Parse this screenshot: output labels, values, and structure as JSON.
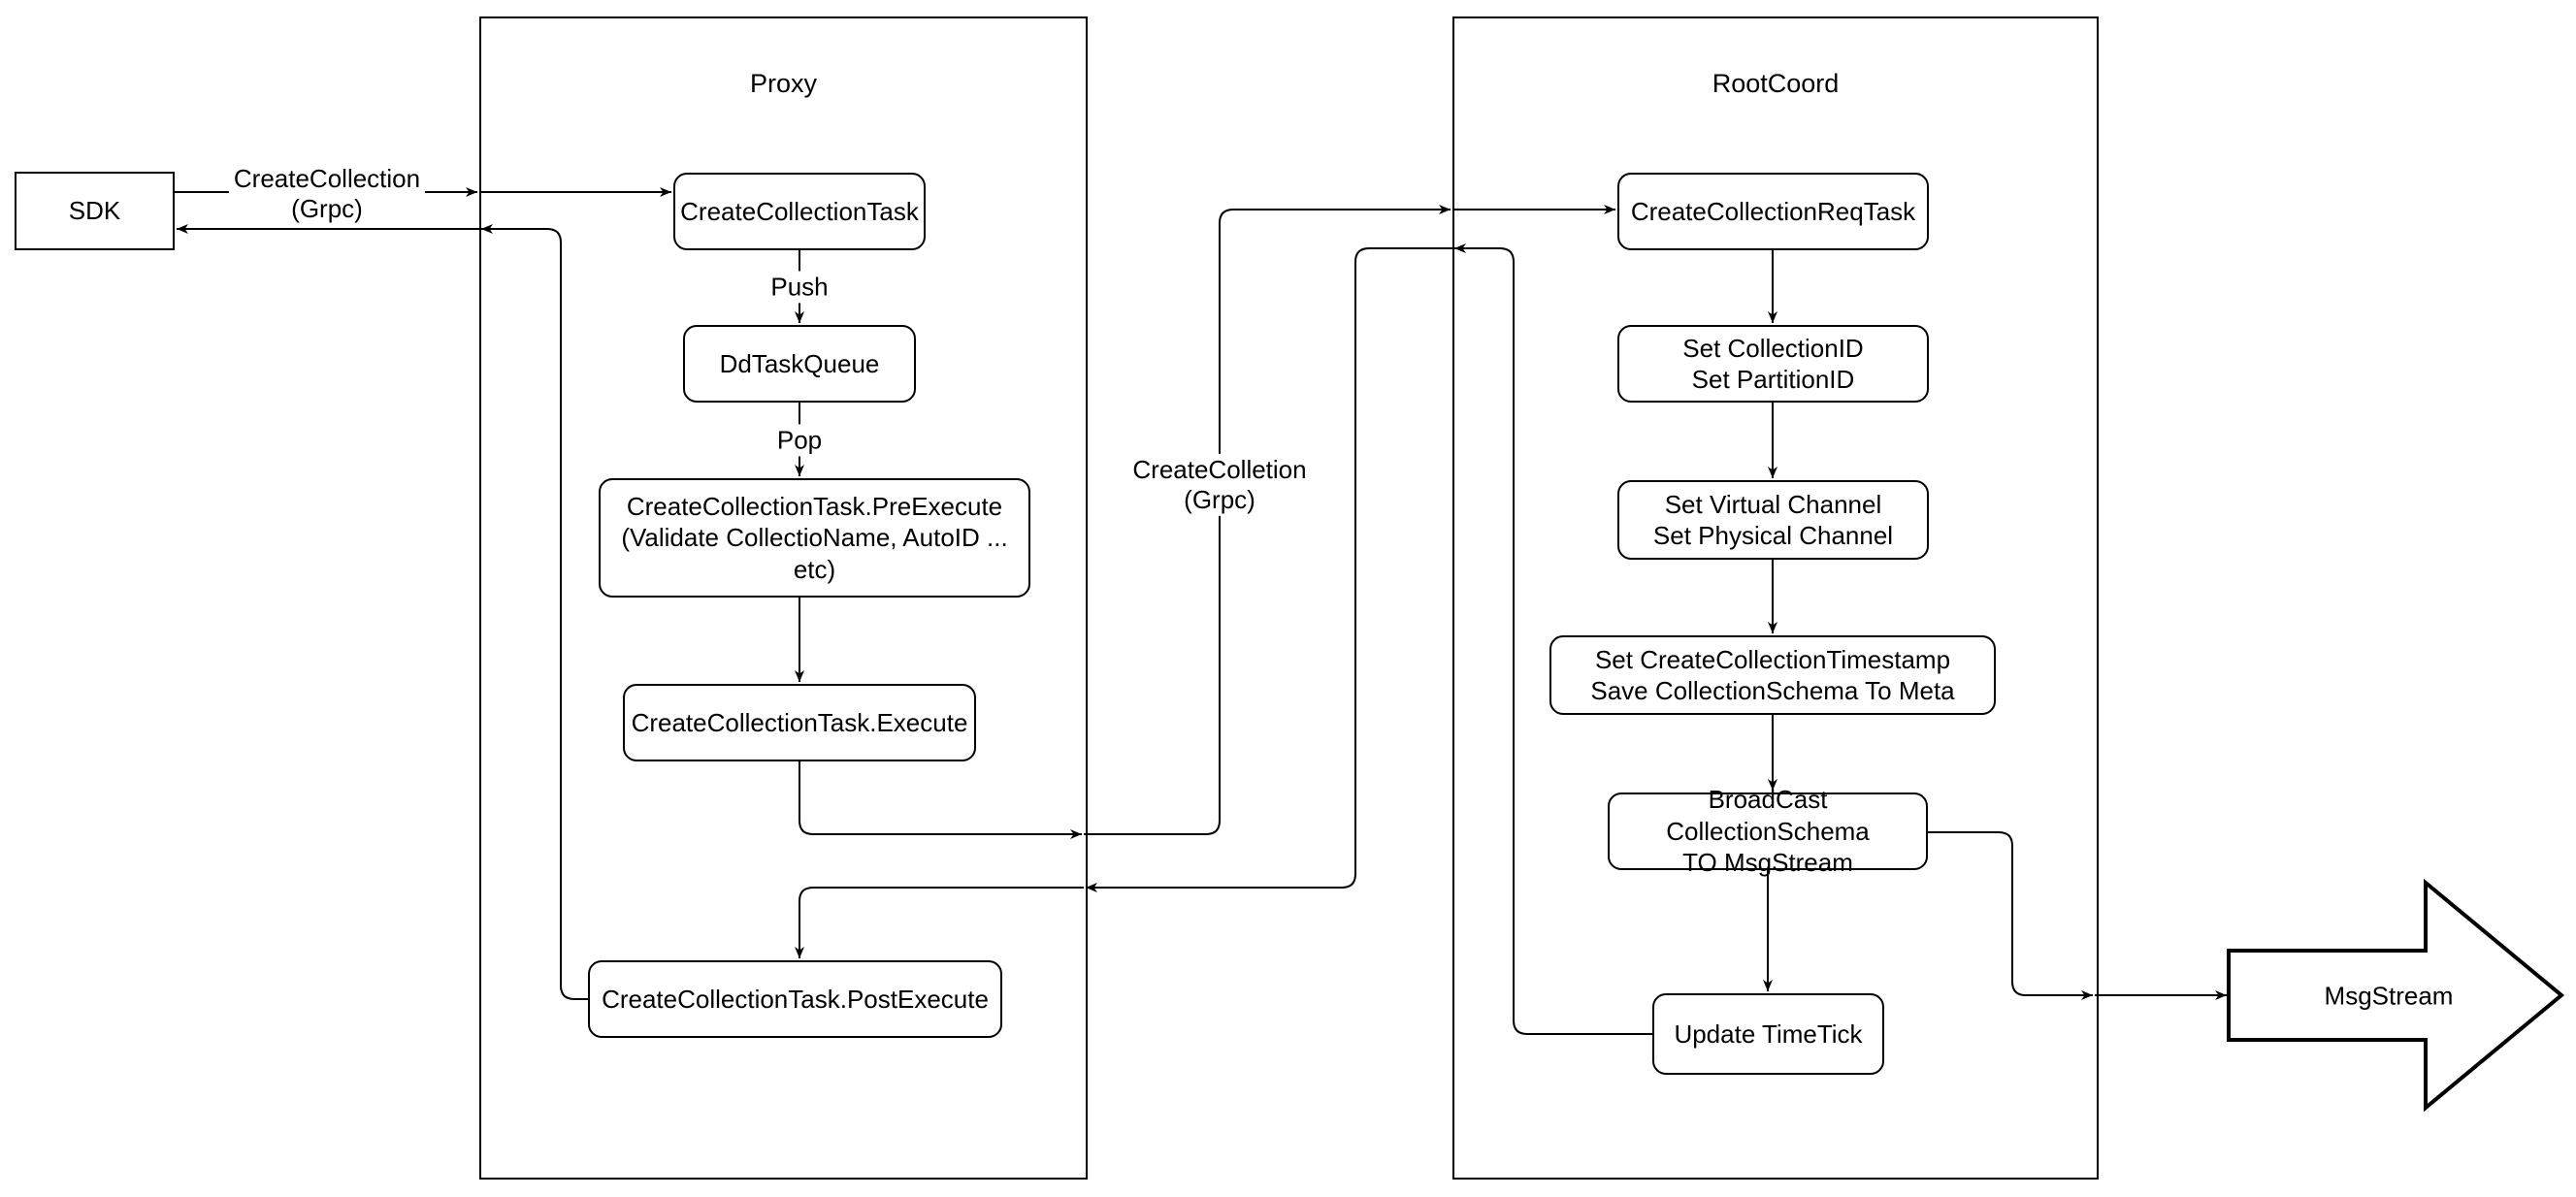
{
  "diagram": {
    "sdk": {
      "label": "SDK"
    },
    "proxy": {
      "title": "Proxy",
      "nodes": {
        "create_collection_task": "CreateCollectionTask",
        "dd_task_queue": "DdTaskQueue",
        "pre_execute": "CreateCollectionTask.PreExecute\n(Validate CollectioName, AutoID ... etc)",
        "execute": "CreateCollectionTask.Execute",
        "post_execute": "CreateCollectionTask.PostExecute"
      }
    },
    "rootcoord": {
      "title": "RootCoord",
      "nodes": {
        "req_task": "CreateCollectionReqTask",
        "set_ids": "Set CollectionID\nSet PartitionID",
        "set_channels": "Set Virtual Channel\nSet Physical Channel",
        "set_timestamp": "Set CreateCollectionTimestamp\nSave CollectionSchema To Meta",
        "broadcast": "BroadCast CollectionSchema\nTO MsgStream",
        "update_timetick": "Update TimeTick"
      }
    },
    "msgstream": {
      "label": "MsgStream"
    },
    "edge_labels": {
      "sdk_grpc": "CreateCollection\n(Grpc)",
      "push": "Push",
      "pop": "Pop",
      "proxy_grpc": "CreateColletion\n(Grpc)"
    },
    "colors": {
      "stroke": "#000000",
      "fill": "#ffffff",
      "text": "#000000"
    }
  }
}
